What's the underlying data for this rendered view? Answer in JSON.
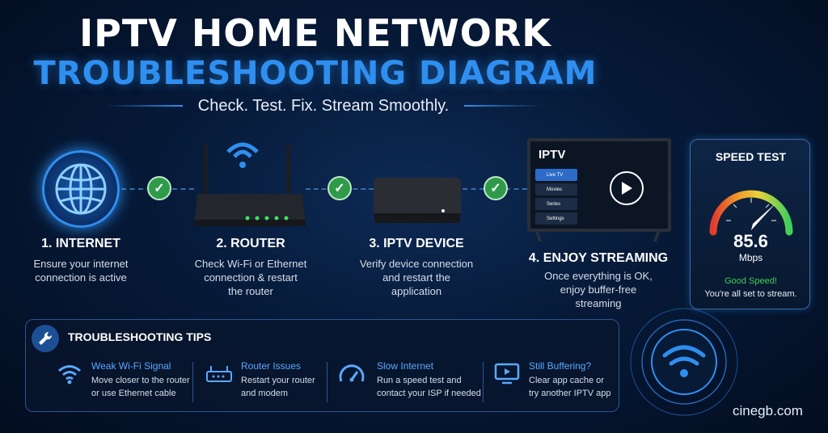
{
  "header": {
    "title_line1": "IPTV HOME NETWORK",
    "title_line2": "TROUBLESHOOTING DIAGRAM",
    "subtitle": "Check. Test. Fix. Stream Smoothly."
  },
  "steps": [
    {
      "title": "1. INTERNET",
      "desc1": "Ensure your internet",
      "desc2": "connection is active",
      "desc3": ""
    },
    {
      "title": "2. ROUTER",
      "desc1": "Check Wi-Fi or Ethernet",
      "desc2": "connection & restart",
      "desc3": "the router"
    },
    {
      "title": "3. IPTV DEVICE",
      "desc1": "Verify device connection",
      "desc2": "and restart the",
      "desc3": "application"
    },
    {
      "title": "4. ENJOY STREAMING",
      "desc1": "Once everything is OK,",
      "desc2": "enjoy buffer-free",
      "desc3": "streaming"
    }
  ],
  "tv": {
    "app_title": "IPTV",
    "menu": [
      "Live TV",
      "Movies",
      "Series",
      "Settings"
    ]
  },
  "speed_test": {
    "title": "SPEED TEST",
    "value": "85.6",
    "unit": "Mbps",
    "status": "Good Speed!",
    "message": "You're all set to stream.",
    "status_color": "#3fcf5a"
  },
  "tips": {
    "heading": "TROUBLESHOOTING TIPS",
    "items": [
      {
        "title": "Weak Wi-Fi Signal",
        "line1": "Move closer to the router",
        "line2": "or use Ethernet cable",
        "icon": "wifi-icon"
      },
      {
        "title": "Router Issues",
        "line1": "Restart your router",
        "line2": "and modem",
        "icon": "router-icon"
      },
      {
        "title": "Slow Internet",
        "line1": "Run a speed test and",
        "line2": "contact your ISP if needed",
        "icon": "speedometer-icon"
      },
      {
        "title": "Still Buffering?",
        "line1": "Clear app cache or",
        "line2": "try another IPTV app",
        "icon": "monitor-play-icon"
      }
    ]
  },
  "footer": {
    "site": "cinegb.com"
  },
  "colors": {
    "accent": "#2f8ff0",
    "check": "#2f9a4a",
    "background": "#061a38"
  }
}
